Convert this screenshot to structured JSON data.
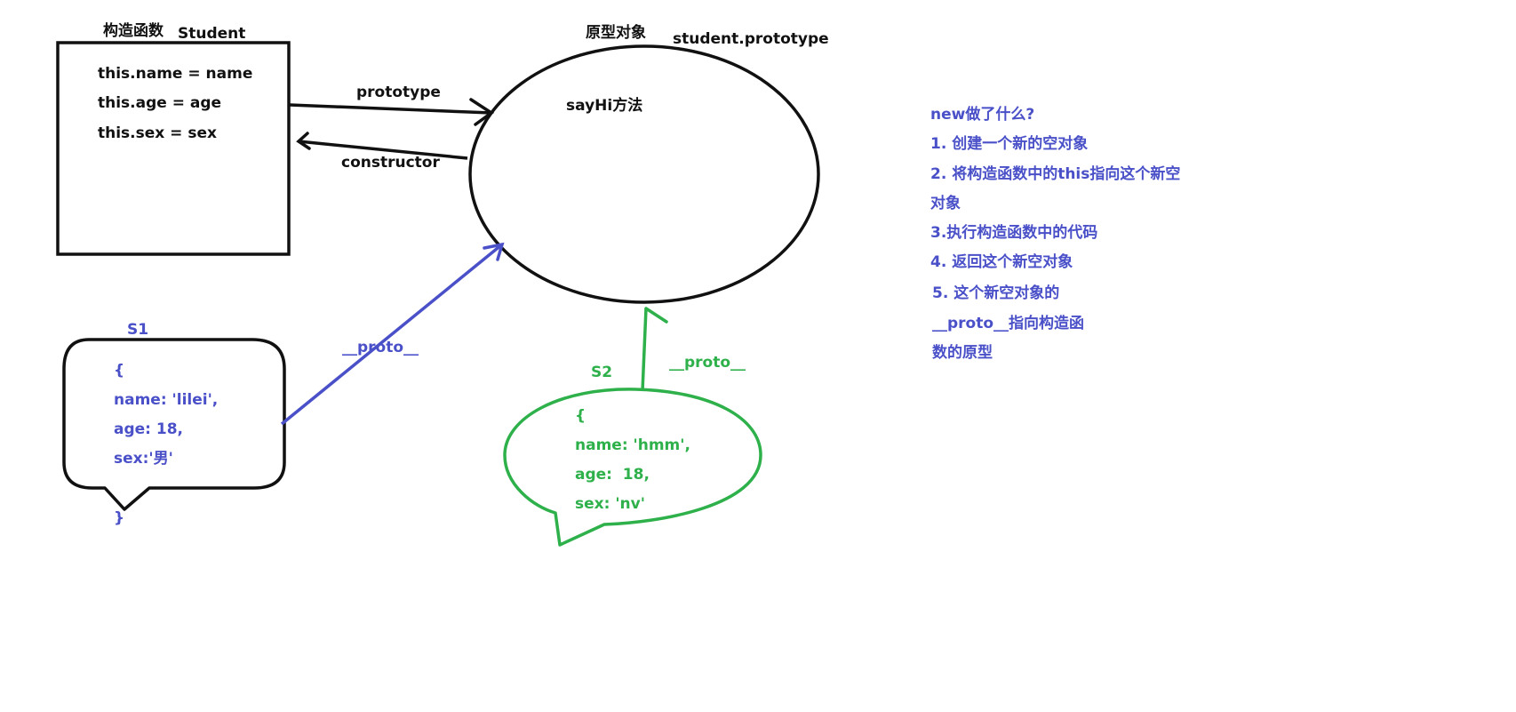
{
  "colors": {
    "black": "#111111",
    "blue": "#4a50c8",
    "green": "#2eb04a"
  },
  "constructor_box": {
    "title": "构造函数",
    "name": "Student",
    "lines": [
      "this.name = name",
      "this.age = age",
      "this.sex = sex"
    ]
  },
  "prototype_object": {
    "title": "原型对象",
    "name": "student.prototype",
    "method": "sayHi方法"
  },
  "arrows": {
    "prototype": "prototype",
    "constructor": "constructor",
    "s1_proto": "__proto__",
    "s2_proto": "__proto__"
  },
  "s1": {
    "label": "S1",
    "lines": [
      "{",
      "name: 'lilei',",
      "age: 18,",
      "sex:'男'"
    ],
    "closing": "}"
  },
  "s2": {
    "label": "S2",
    "lines": [
      "{",
      "name: 'hmm',",
      "age:  18,",
      "sex: 'nv'"
    ]
  },
  "notes": {
    "lines": [
      "new做了什么?",
      "1. 创建一个新的空对象",
      "2. 将构造函数中的this指向这个新空",
      "对象",
      "3.执行构造函数中的代码",
      "4. 返回这个新空对象",
      "5. 这个新空对象的",
      "__proto__指向构造函",
      "数的原型"
    ]
  }
}
